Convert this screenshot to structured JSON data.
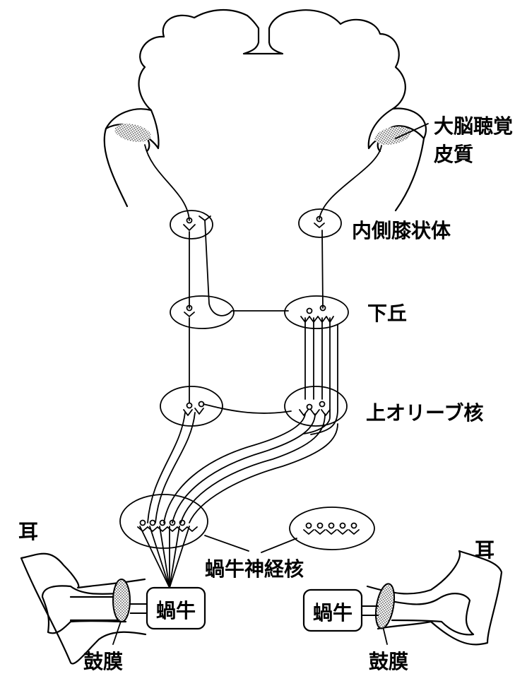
{
  "labels": {
    "cortex_line1": "大脳聴覚",
    "cortex_line2": "皮質",
    "mgb": "内側膝状体",
    "ic": "下丘",
    "soc": "上オリーブ核",
    "cn": "蝸牛神経核",
    "ear_left": "耳",
    "ear_right": "耳",
    "cochlea_left": "蝸牛",
    "cochlea_right": "蝸牛",
    "eardrum_left": "鼓膜",
    "eardrum_right": "鼓膜"
  },
  "colors": {
    "ink": "#000000",
    "paper": "#ffffff",
    "stipple": "#555555"
  }
}
